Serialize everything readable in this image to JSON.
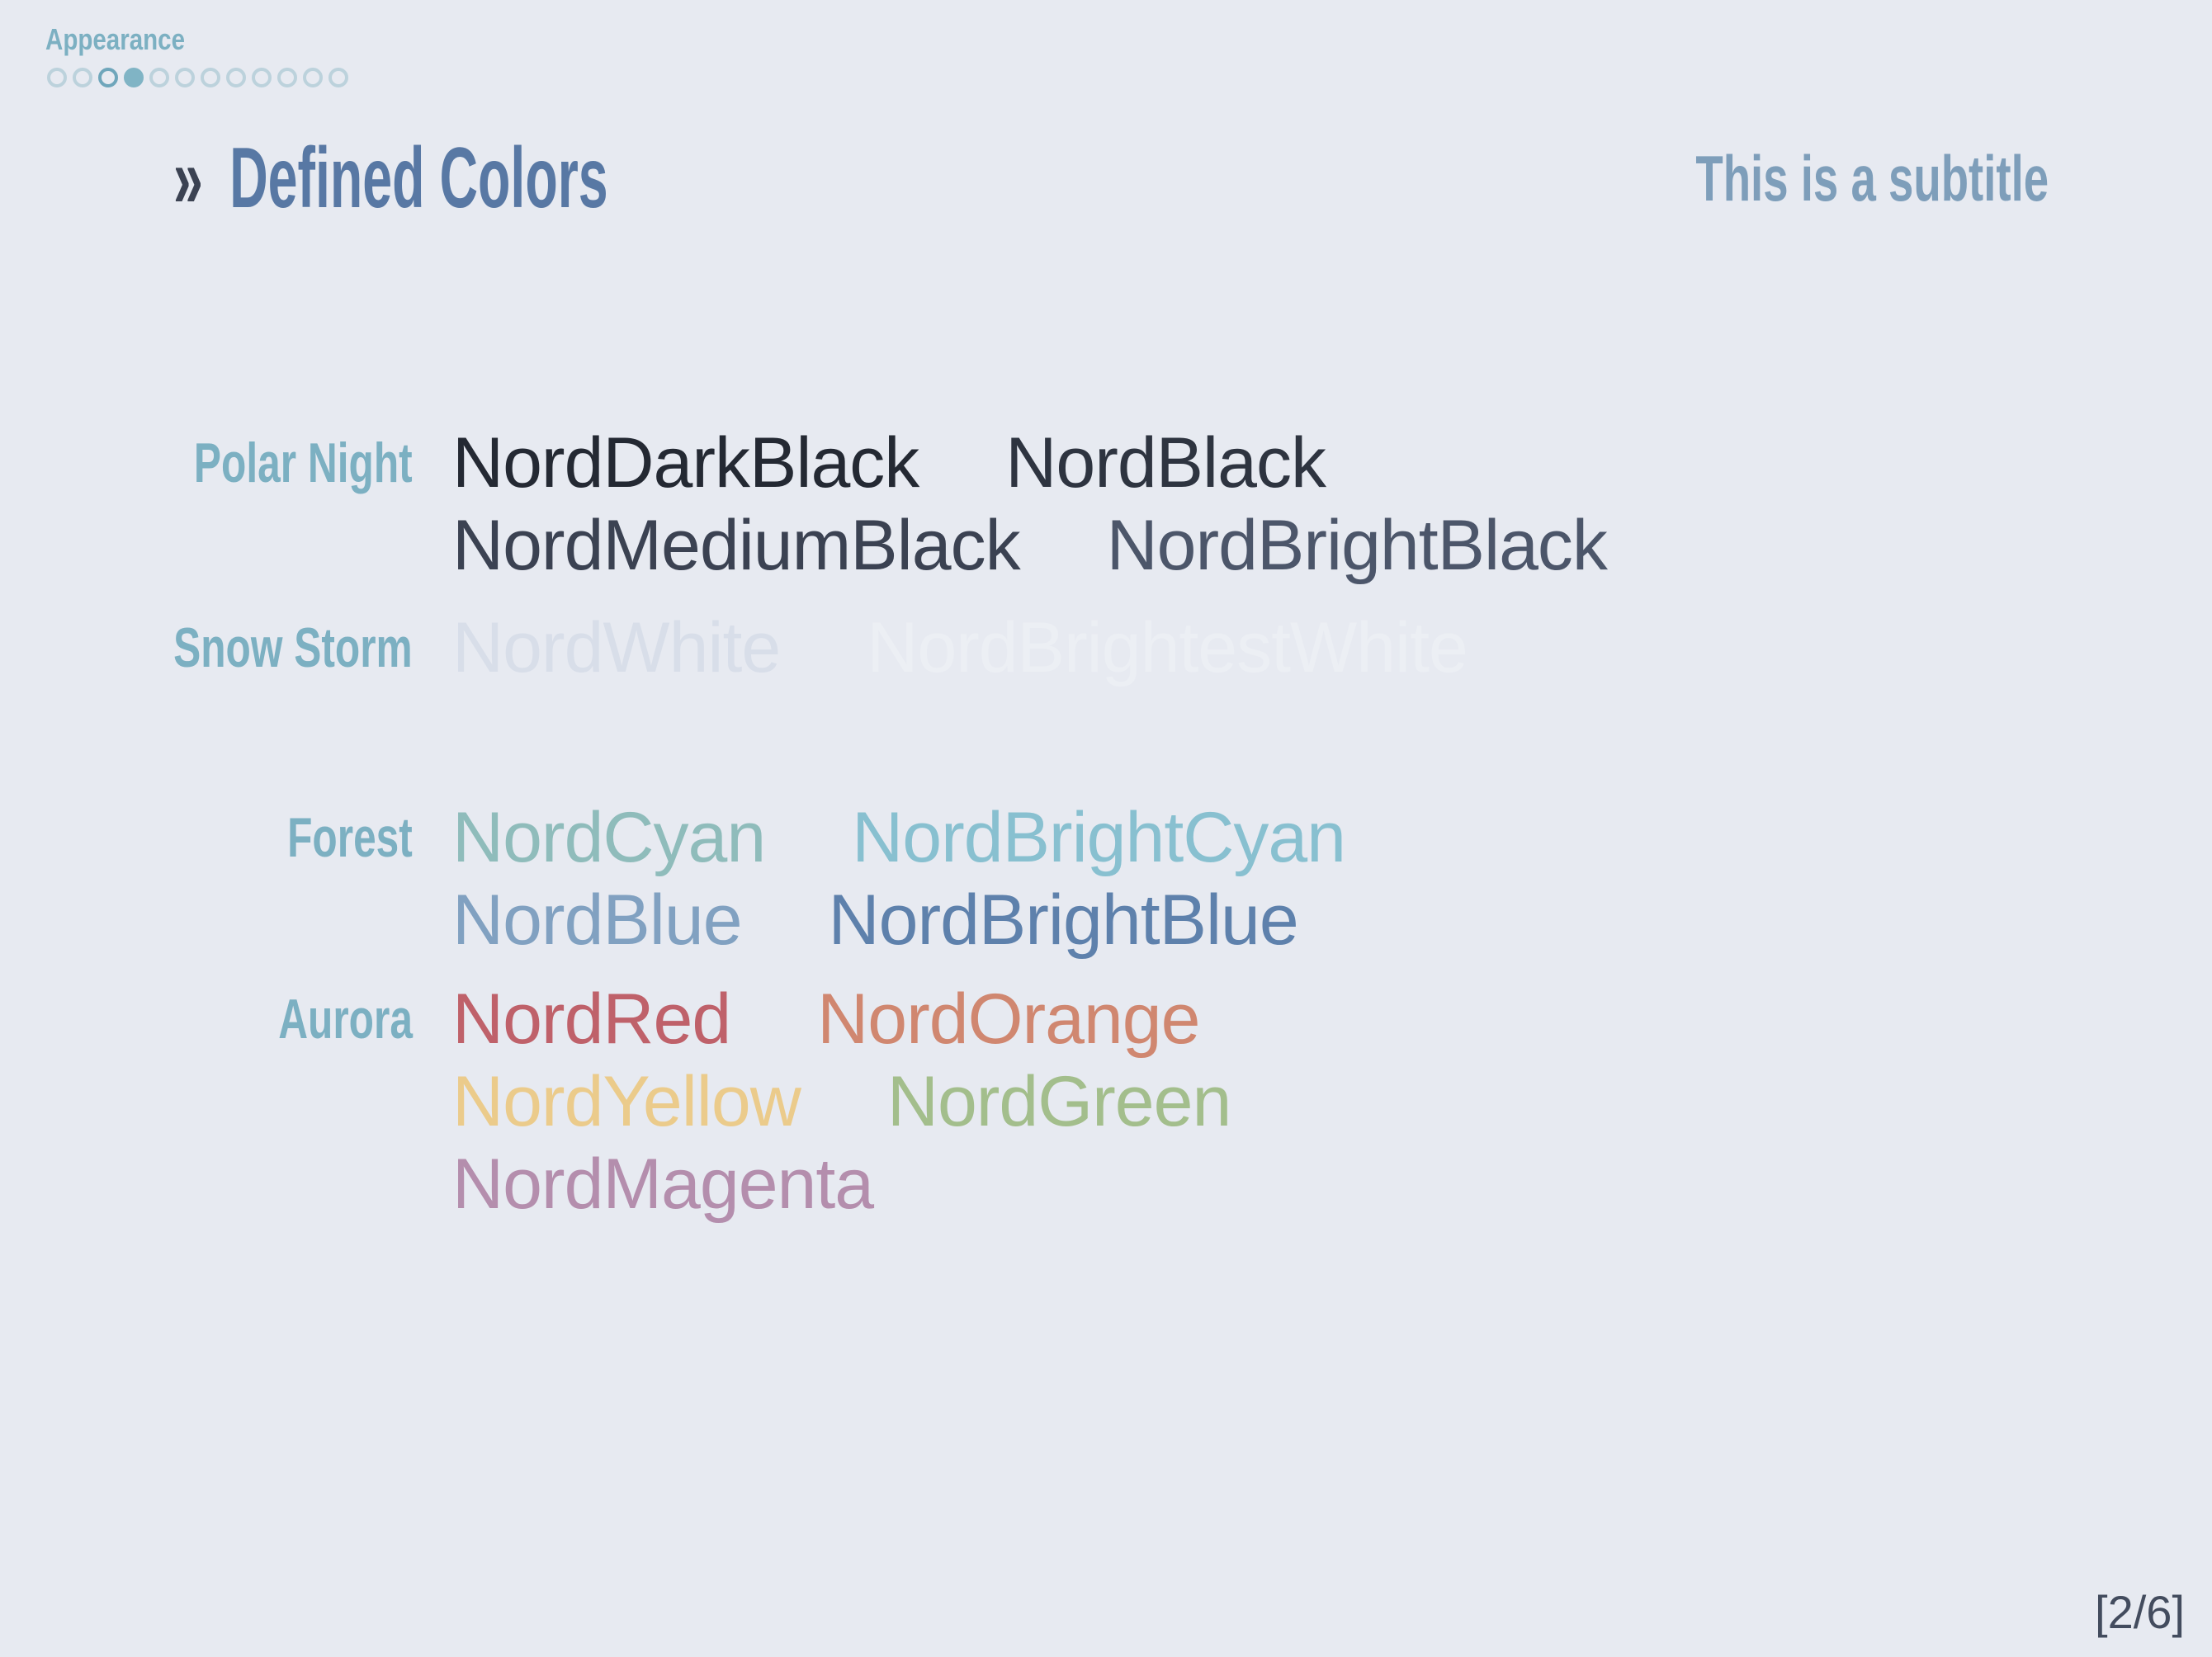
{
  "slide": {
    "background": "#E7EAF1",
    "section_header": "Appearance",
    "header_color": "#7CB0C2",
    "progress_dots": {
      "total": 12,
      "filled_index": 4,
      "dark_ring_index": 3,
      "ring_color": "#BCD2DC",
      "dark_ring_color": "#6FA6BB",
      "fill_color": "#80B4C5"
    },
    "title": {
      "marker": "»",
      "text": "Defined Colors",
      "marker_color": "#3B4252",
      "color": "#5878A4"
    },
    "subtitle": {
      "text": "This is a subtitle",
      "color": "#7E9EBA"
    },
    "label_color": "#7CB0C2",
    "page_indicator": {
      "text": "[2/6]",
      "color": "#434C5E"
    }
  },
  "rows": [
    {
      "label": "Polar Night",
      "lines": [
        [
          {
            "name": "NordDarkBlack",
            "color": "#242933"
          },
          {
            "name": "NordBlack",
            "color": "#2E3440"
          }
        ],
        [
          {
            "name": "NordMediumBlack",
            "color": "#3B4252"
          },
          {
            "name": "NordBrightBlack",
            "color": "#4C566A"
          }
        ]
      ]
    },
    {
      "label": "Snow Storm",
      "lines": [
        [
          {
            "name": "NordWhite",
            "color": "#D8DEE9"
          },
          {
            "name": "NordBrightestWhite",
            "color": "#ECEFF4"
          }
        ]
      ]
    },
    {
      "label": "Forest",
      "lines": [
        [
          {
            "name": "NordCyan",
            "color": "#8FBCBB"
          },
          {
            "name": "NordBrightCyan",
            "color": "#88C0D0"
          }
        ],
        [
          {
            "name": "NordBlue",
            "color": "#81A1C1"
          },
          {
            "name": "NordBrightBlue",
            "color": "#5E81AC"
          }
        ]
      ]
    },
    {
      "label": "Aurora",
      "lines": [
        [
          {
            "name": "NordRed",
            "color": "#BF616A"
          },
          {
            "name": "NordOrange",
            "color": "#D08770"
          }
        ],
        [
          {
            "name": "NordYellow",
            "color": "#EBCB8B"
          },
          {
            "name": "NordGreen",
            "color": "#A3BE8C"
          }
        ],
        [
          {
            "name": "NordMagenta",
            "color": "#B48EAD"
          }
        ]
      ]
    }
  ]
}
